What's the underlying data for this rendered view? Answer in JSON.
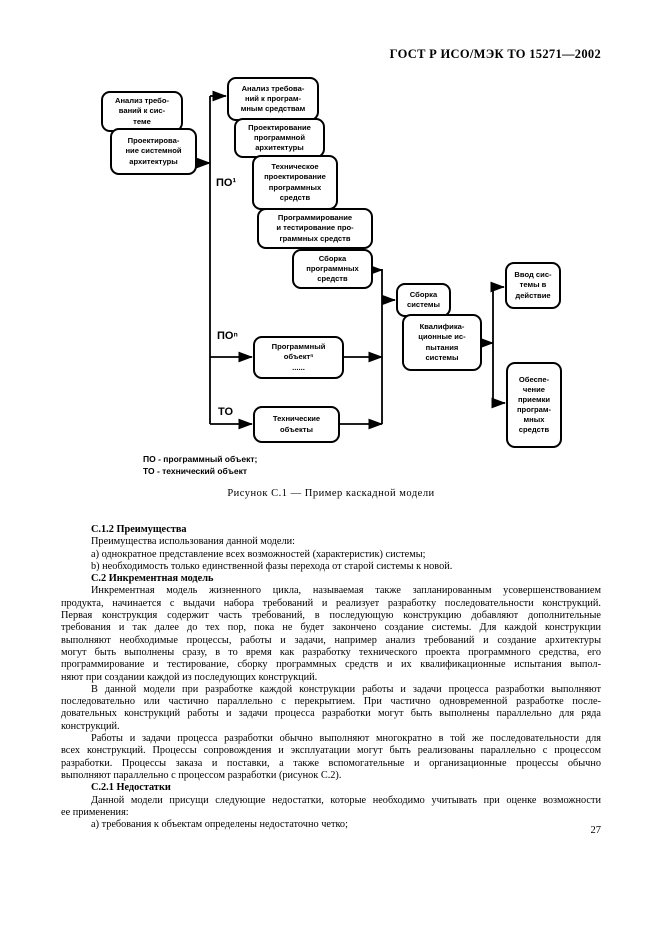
{
  "page": {
    "header": "ГОСТ Р ИСО/МЭК ТО 15271—2002",
    "number": "27"
  },
  "diagram": {
    "boxes": [
      {
        "id": "analysis-system-requirements",
        "label": "Анализ требо-\nваний к сис-\nтеме"
      },
      {
        "id": "system-architecture-design",
        "label": "Проектирова-\nние системной\nархитектуры"
      },
      {
        "id": "software-requirements-analysis",
        "label": "Анализ требова-\nний к програм-\nмным средствам"
      },
      {
        "id": "software-architecture-design",
        "label": "Проектирование\nпрограммной\nархитектуры"
      },
      {
        "id": "software-technical-design",
        "label": "Техническое\nпроектирование\nпрограммных\nсредств"
      },
      {
        "id": "coding-and-testing",
        "label": "Программирование\nи тестирование про-\nграммных средств"
      },
      {
        "id": "software-integration",
        "label": "Сборка\nпрограммных\nсредств"
      },
      {
        "id": "system-integration",
        "label": "Сборка\nсистемы"
      },
      {
        "id": "system-qualification-testing",
        "label": "Квалифика-\nционные ис-\nпытания\nсистемы"
      },
      {
        "id": "system-operation",
        "label": "Ввод сис-\nтемы в\nдействие"
      },
      {
        "id": "software-acceptance-support",
        "label": "Обеспе-\nчение\nприемки\nпрограм-\nмных\nсредств"
      },
      {
        "id": "software-object-n",
        "label": "Программный\nобъектⁿ\n......"
      },
      {
        "id": "technical-objects",
        "label": "Технические\nобъекты"
      }
    ],
    "labels": [
      "ПО¹",
      "ПОⁿ",
      "ТО"
    ],
    "legend": [
      "ПО - программный объект;",
      "ТО - технический объект"
    ],
    "caption": "Рисунок С.1 — Пример каскадной модели"
  },
  "body": {
    "paragraphs": [
      {
        "style": "heading",
        "lines": [
          "С.1.2 Преимущества"
        ]
      },
      {
        "style": "text",
        "lines": [
          "Преимущества использования данной модели:"
        ]
      },
      {
        "style": "text",
        "lines": [
          "a) однократное представление всех возможностей (характеристик) системы;"
        ]
      },
      {
        "style": "text",
        "lines": [
          "b) необходимость только единственной фазы перехода от старой системы к новой."
        ]
      },
      {
        "style": "heading",
        "lines": [
          "С.2 Инкрементная модель"
        ]
      },
      {
        "style": "text",
        "lines": [
          "Инкрементная модель жизненного цикла, называемая также запланированным усовершенствованием",
          "продукта, начинается с выдачи набора требований и реализует разработку последовательности конструкций.",
          "Первая конструкция содержит часть требований, в последующую конструкцию добавляют дополнительные",
          "требования и так далее до тех пор, пока не будет закончено создание системы. Для каждой конструкции",
          "выполняют необходимые процессы, работы и задачи, например анализ требований и создание архитектуры",
          "могут быть выполнены сразу, в то время как разработку технического проекта программного средства, его",
          "программирование и тестирование, сборку программных средств и их квалификационные испытания выпол-",
          "няют при создании каждой из последующих конструкций."
        ]
      },
      {
        "style": "text",
        "lines": [
          "В данной модели при разработке каждой конструкции работы и задачи процесса разработки выполняют",
          "последовательно или частично параллельно с перекрытием. При частично одновременной разработке после-",
          "довательных конструкций работы и задачи процесса разработки могут быть выполнены параллельно для ряда",
          "конструкций."
        ]
      },
      {
        "style": "text",
        "lines": [
          "Работы и задачи процесса разработки обычно выполняют многократно в той же последовательности для",
          "всех конструкций. Процессы сопровождения и эксплуатации могут быть реализованы параллельно с процессом",
          "разработки. Процессы заказа и поставки, а также вспомогательные и организационные процессы обычно",
          "выполняют параллельно с процессом разработки (рисунок С.2)."
        ]
      },
      {
        "style": "heading",
        "lines": [
          "С.2.1 Недостатки"
        ]
      },
      {
        "style": "text",
        "lines": [
          "Данной модели присущи следующие недостатки, которые необходимо учитывать при оценке возможности",
          "ее применения:"
        ]
      },
      {
        "style": "text",
        "lines": [
          "а) требования к объектам определены недостаточно четко;"
        ]
      }
    ]
  }
}
